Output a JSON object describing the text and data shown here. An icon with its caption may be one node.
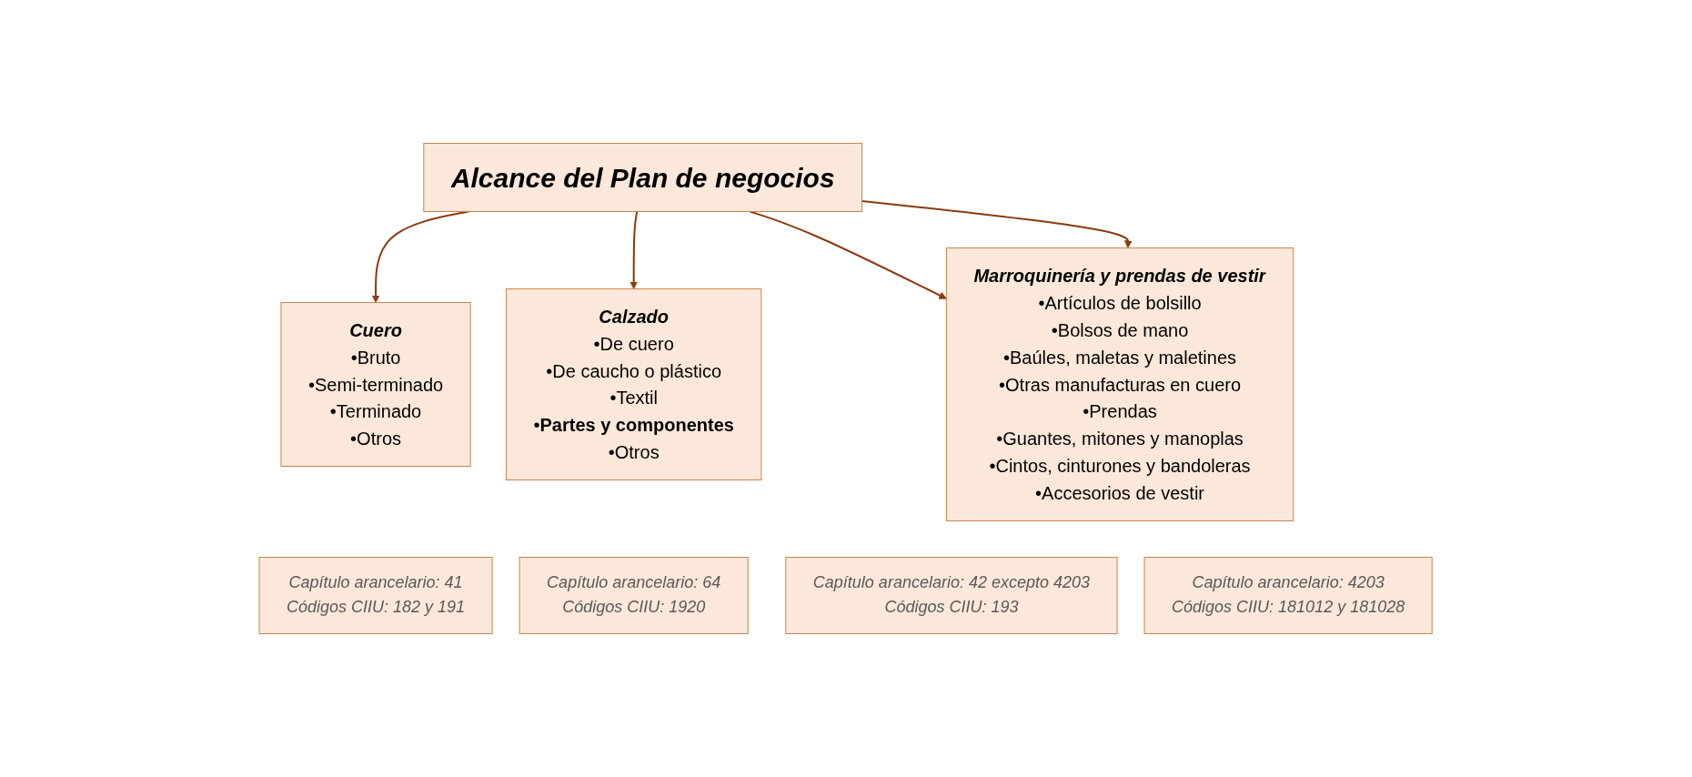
{
  "diagram": {
    "nodes": [
      {
        "text": [
          "Alcance del Plan de negocios"
        ]
      },
      {
        "text": [
          "Cuero",
          "•Bruto",
          "•Semi-terminado",
          "•Terminado",
          "•Otros"
        ]
      },
      {
        "text": [
          "Calzado",
          "•De cuero",
          "•De caucho o plástico",
          "•Textil",
          "•**Partes y componentes**",
          "•Otros"
        ]
      },
      {
        "text": [
          "Marroquinería y prendas de vestir",
          "•Artículos de bolsillo",
          "•Bolsos de mano",
          "•Baúles, maletas y maletines",
          "•Otras manufacturas en cuero",
          "•Prendas",
          "•Guantes, mitones y manoplas",
          "•Cintos, cinturones y bandoleras",
          "•Accesorios de vestir"
        ]
      },
      {
        "text": [
          "Capítulo arancelario: 41",
          "Códigos CIIU: 182 y 191"
        ]
      },
      {
        "text": [
          "Capítulo arancelario: 64",
          "Códigos CIIU: 1920"
        ]
      },
      {
        "text": [
          "Capítulo arancelario: 42 excepto 4203",
          "Códigos CIIU: 193"
        ]
      },
      {
        "text": [
          "Capítulo arancelario: 4203",
          "Códigos CIIU: 181012 y 181028"
        ]
      }
    ],
    "edges": [
      {
        "from": 0,
        "to": 1,
        "arrow": "to"
      },
      {
        "from": 0,
        "to": 2,
        "arrow": "to"
      },
      {
        "from": 0,
        "to": 3,
        "arrow": "to"
      },
      {
        "from": 0,
        "to": 3,
        "arrow": "to"
      }
    ]
  }
}
